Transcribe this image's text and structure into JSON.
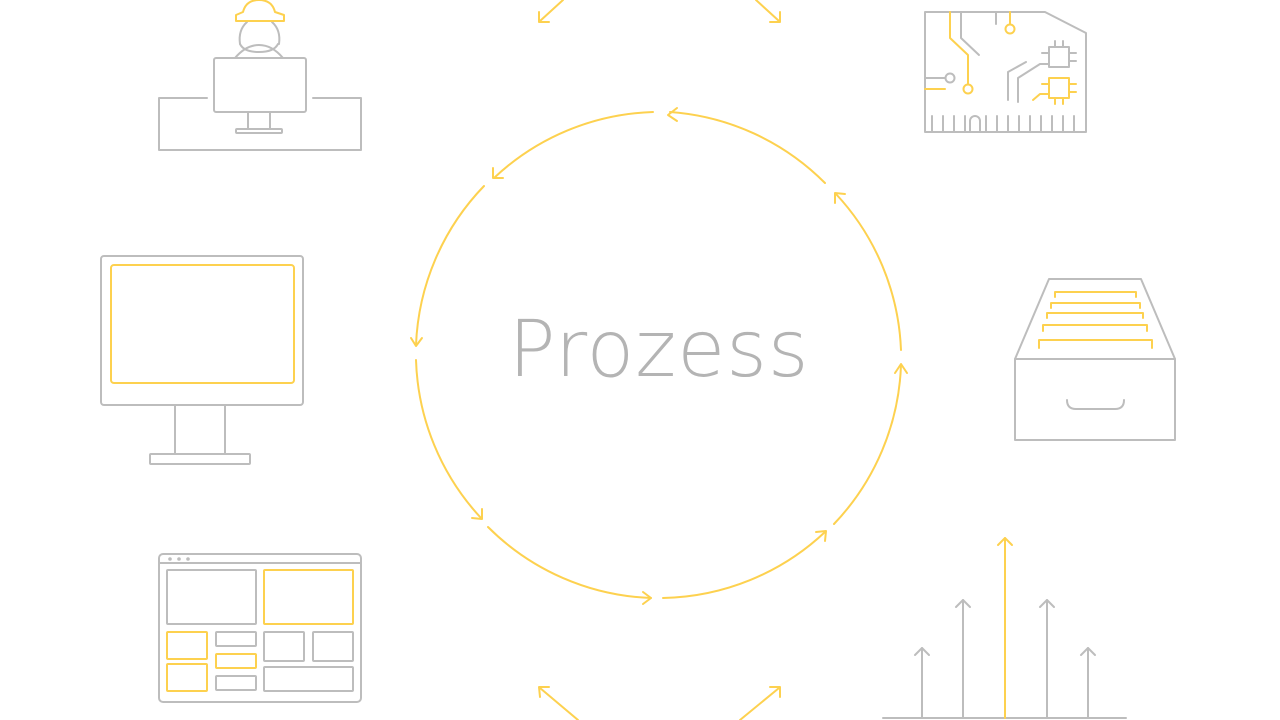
{
  "diagram": {
    "center_label": "Prozess",
    "cycle_direction": "counter-clockwise",
    "colors": {
      "accent": "#fdd14f",
      "neutral": "#bdbdbd",
      "text": "#b4b4b4",
      "background": "#ffffff"
    },
    "nodes": [
      {
        "id": "worker",
        "icon": "construction-worker-at-computer-icon",
        "position": "top-left"
      },
      {
        "id": "circuit",
        "icon": "circuit-board-icon",
        "position": "top-right"
      },
      {
        "id": "monitor",
        "icon": "desktop-monitor-icon",
        "position": "middle-left"
      },
      {
        "id": "archive",
        "icon": "file-drawer-icon",
        "position": "middle-right"
      },
      {
        "id": "dashboard",
        "icon": "dashboard-layout-icon",
        "position": "bottom-left"
      },
      {
        "id": "growth",
        "icon": "growth-arrows-chart-icon",
        "position": "bottom-right"
      }
    ],
    "cycle_arrows": 8,
    "edge_arrows": [
      "top-left",
      "top-right",
      "bottom-left",
      "bottom-right"
    ]
  }
}
